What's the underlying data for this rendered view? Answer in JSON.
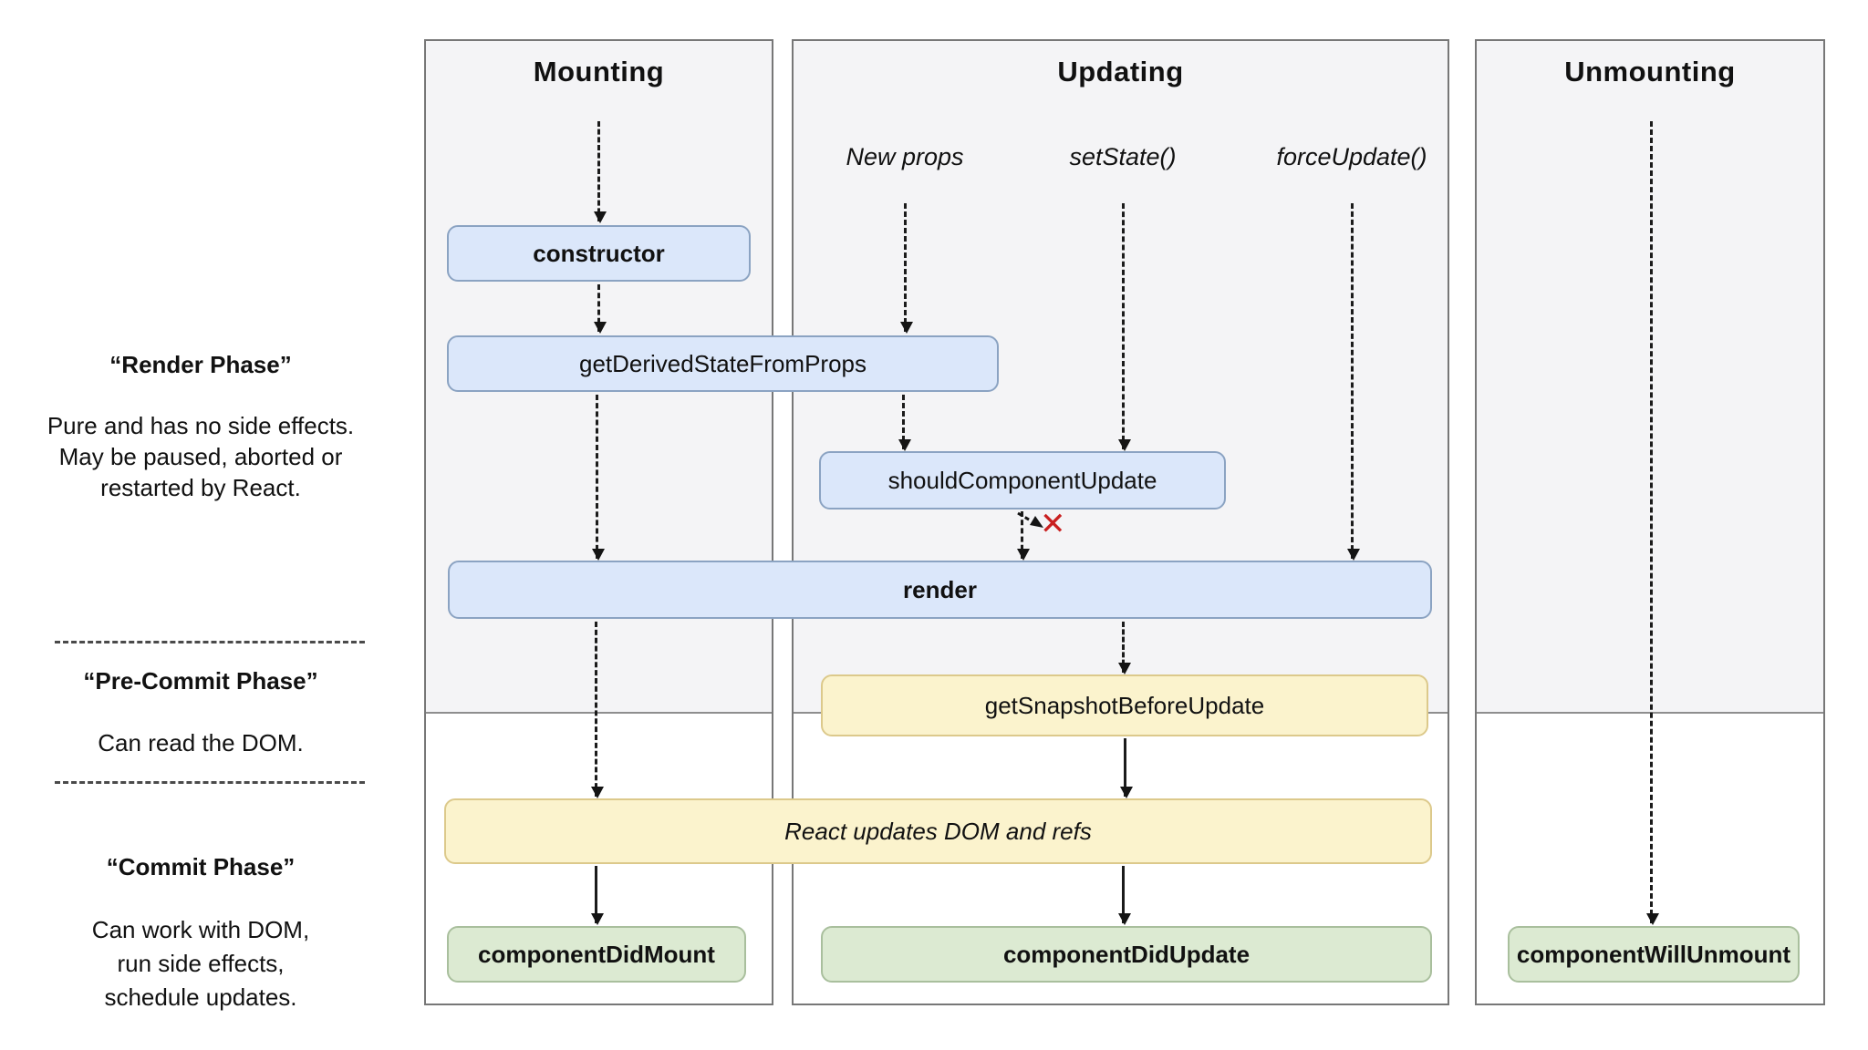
{
  "left_panel": {
    "phases": [
      {
        "title": "“Render Phase”",
        "body_lines": [
          "Pure and has no side effects.",
          "May be paused, aborted or",
          "restarted by React."
        ]
      },
      {
        "title": "“Pre-Commit Phase”",
        "body_lines": [
          "Can read the DOM."
        ]
      },
      {
        "title": "“Commit Phase”",
        "body_lines": [
          "Can work with DOM,",
          "run side effects,",
          "schedule updates."
        ]
      }
    ]
  },
  "columns": {
    "mounting": {
      "title": "Mounting"
    },
    "updating": {
      "title": "Updating",
      "triggers": [
        "New props",
        "setState()",
        "forceUpdate()"
      ]
    },
    "unmounting": {
      "title": "Unmounting"
    }
  },
  "nodes": {
    "constructor": "constructor",
    "get_derived_state_from_props": "getDerivedStateFromProps",
    "should_component_update": "shouldComponentUpdate",
    "render": "render",
    "get_snapshot_before_update": "getSnapshotBeforeUpdate",
    "react_updates_dom": "React updates DOM and refs",
    "component_did_mount": "componentDidMount",
    "component_did_update": "componentDidUpdate",
    "component_will_unmount": "componentWillUnmount"
  },
  "icons": {
    "skip_update_x": "✕"
  },
  "colors": {
    "column_bg_top": "#f4f4f6",
    "node_blue_fill": "#dbe7fa",
    "node_blue_border": "#8ba3c2",
    "node_yellow_fill": "#fbf3cd",
    "node_yellow_border": "#dcc98b",
    "node_green_fill": "#dcead2",
    "node_green_border": "#a9bf9d",
    "skip_x_red": "#c92020"
  }
}
